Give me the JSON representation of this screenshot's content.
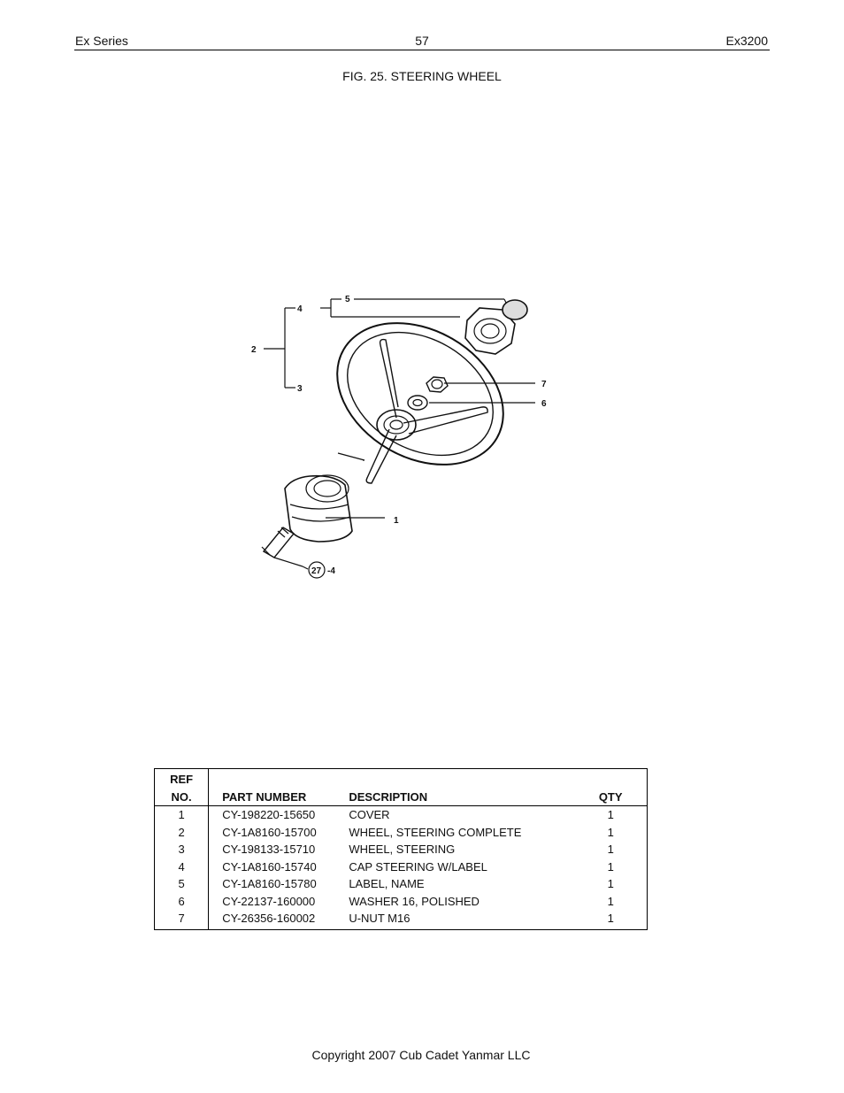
{
  "header": {
    "left": "Ex Series",
    "page_number": "57",
    "right": "Ex3200"
  },
  "figure": {
    "title": "FIG. 25. STEERING WHEEL",
    "callouts": {
      "c1": "1",
      "c2": "2",
      "c3": "3",
      "c4": "4",
      "c5": "5",
      "c6": "6",
      "c7": "7",
      "c27": "27",
      "c27_suffix": "-4"
    }
  },
  "table": {
    "headers": {
      "ref_line1": "REF",
      "ref_line2": "NO.",
      "part_number": "PART NUMBER",
      "description": "DESCRIPTION",
      "qty": "QTY"
    },
    "rows": [
      {
        "ref": "1",
        "part": "CY-198220-15650",
        "desc": "COVER",
        "qty": "1"
      },
      {
        "ref": "2",
        "part": "CY-1A8160-15700",
        "desc": "WHEEL, STEERING COMPLETE",
        "qty": "1"
      },
      {
        "ref": "3",
        "part": "CY-198133-15710",
        "desc": "WHEEL, STEERING",
        "qty": "1"
      },
      {
        "ref": "4",
        "part": "CY-1A8160-15740",
        "desc": "CAP STEERING W/LABEL",
        "qty": "1"
      },
      {
        "ref": "5",
        "part": "CY-1A8160-15780",
        "desc": "LABEL, NAME",
        "qty": "1"
      },
      {
        "ref": "6",
        "part": "CY-22137-160000",
        "desc": "WASHER 16, POLISHED",
        "qty": "1"
      },
      {
        "ref": "7",
        "part": "CY-26356-160002",
        "desc": "U-NUT M16",
        "qty": "1"
      }
    ]
  },
  "footer": {
    "copyright": "Copyright 2007 Cub Cadet Yanmar LLC"
  }
}
